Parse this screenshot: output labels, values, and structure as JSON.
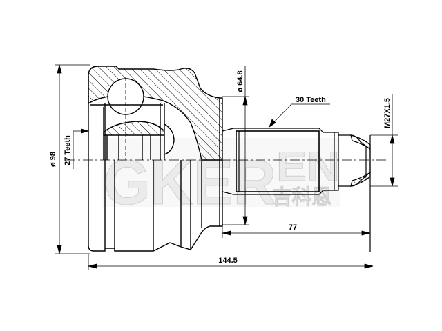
{
  "drawing": {
    "subject": "CV joint (outer) technical drawing",
    "colors": {
      "line": "#000000",
      "background": "#ffffff",
      "watermark": "#e0e0e0"
    }
  },
  "dimensions": {
    "outer_diameter": "ø 98",
    "inner_spline_teeth": "27 Teeth",
    "seal_diameter": "ø 64.8",
    "shaft_spline_teeth": "30 Teeth",
    "thread": "M27X1.5",
    "shaft_length": "77",
    "overall_length": "144.5"
  },
  "watermark": {
    "brand": "GKEREN",
    "brand_left": "GKER",
    "brand_right": "EN",
    "chinese": "吉科恩"
  }
}
